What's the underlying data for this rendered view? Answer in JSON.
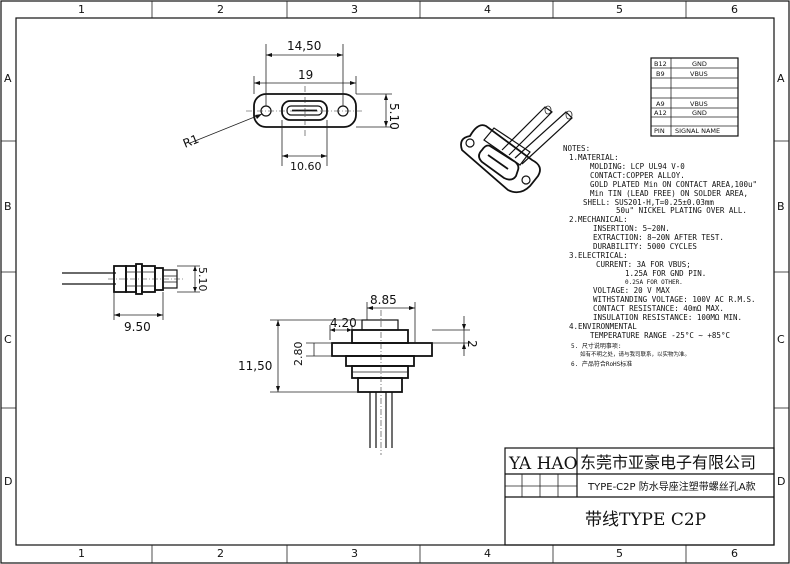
{
  "border": {
    "columns": [
      "1",
      "2",
      "3",
      "4",
      "5",
      "6"
    ],
    "rows": [
      "A",
      "B",
      "C",
      "D"
    ]
  },
  "dimensions": {
    "top_overall": "14,50",
    "top_inner": "19",
    "top_height": "5.10",
    "top_bottom": "10.60",
    "radius": "R1",
    "side_height": "5.10",
    "side_length": "9.50",
    "front_top": "8.85",
    "front_offset": "4.20",
    "front_step": "2",
    "front_flange": "2.80",
    "front_height": "11,50"
  },
  "pin_table": {
    "rows": [
      {
        "pin": "B12",
        "signal": "GND"
      },
      {
        "pin": "B9",
        "signal": "VBUS"
      },
      {
        "pin": "",
        "signal": ""
      },
      {
        "pin": "",
        "signal": ""
      },
      {
        "pin": "",
        "signal": ""
      },
      {
        "pin": "A9",
        "signal": "VBUS"
      },
      {
        "pin": "A12",
        "signal": "GND"
      },
      {
        "pin": "PIN",
        "signal": "SIGNAL NAME"
      }
    ]
  },
  "notes": [
    "NOTES:",
    "1.MATERIAL:",
    "MOLDING: LCP UL94 V-0",
    "CONTACT:COPPER ALLOY.",
    "GOLD PLATED Min ON CONTACT AREA,100u\"",
    "Min TIN (LEAD FREE) ON SOLDER AREA,",
    "SHELL: SUS201-H,T=0.25±0.03mm",
    "50u\" NICKEL PLATING OVER ALL.",
    "2.MECHANICAL:",
    "INSERTION: 5~20N.",
    "EXTRACTION: 8~20N AFTER TEST.",
    "DURABILITY: 5000 CYCLES",
    "3.ELECTRICAL:",
    "CURRENT: 3A FOR VBUS;",
    "1.25A FOR GND PIN.",
    "0.25A FOR OTHER.",
    "VOLTAGE: 20 V MAX",
    "WITHSTANDING VOLTAGE: 100V AC R.M.S.",
    "CONTACT RESISTANCE: 40mΩ MAX.",
    "INSULATION RESISTANCE: 100MΩ MIN.",
    "4.ENVIRONMENTAL",
    "TEMPERATURE RANGE -25°C ~ +85°C",
    "5. 尺寸说明事项:",
    "   如有不明之处，请与我司联系，以实物为准。",
    "6. 产品符合RoHS标准"
  ],
  "title_block": {
    "brand": "YA HAO",
    "company": "东莞市亚豪电子有限公司",
    "model_line": "TYPE-C2P 防水导座注塑带螺丝孔A款",
    "title": "带线TYPE C2P"
  }
}
